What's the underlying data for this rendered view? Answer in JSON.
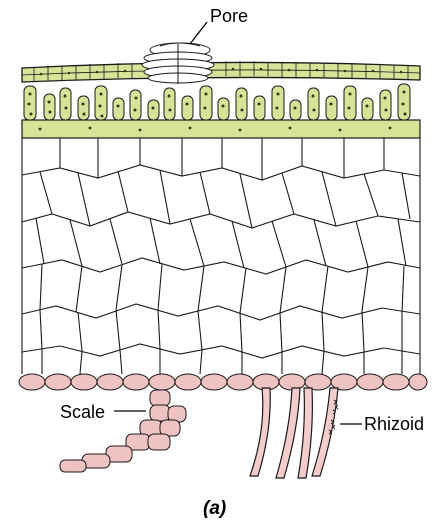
{
  "labels": {
    "pore": "Pore",
    "scale": "Scale",
    "rhizoid": "Rhizoid"
  },
  "caption": "(a)",
  "colors": {
    "chlorenchyma": "#d7e397",
    "chloroplast": "#2b3a12",
    "scale_tissue": "#f0c3c3",
    "rhizoid": "#f3cccc",
    "outline": "#1a1a1a",
    "pore_cells": "#ffffff"
  }
}
